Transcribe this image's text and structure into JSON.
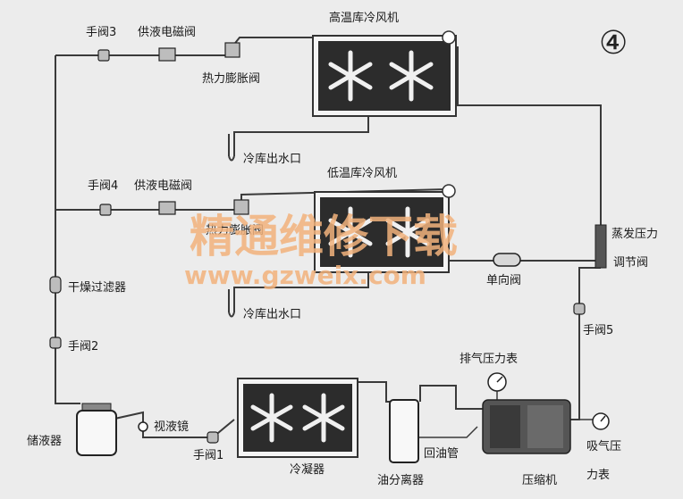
{
  "badge": "④",
  "labels": {
    "hand_valve_3": "手阀3",
    "solenoid_1": "供液电磁阀",
    "high_temp_cooler": "高温库冷风机",
    "expansion_valve_1": "热力膨胀阀",
    "drain_1": "冷库出水口",
    "hand_valve_4": "手阀4",
    "solenoid_2": "供液电磁阀",
    "low_temp_cooler": "低温库冷风机",
    "expansion_valve_2": "热力膨胀阀",
    "drain_2": "冷库出水口",
    "check_valve": "单向阀",
    "evap_pressure_1": "蒸发压力",
    "evap_pressure_2": "调节阀",
    "dryer_filter": "干燥过滤器",
    "hand_valve_2": "手阀2",
    "hand_valve_5": "手阀5",
    "discharge_gauge": "排气压力表",
    "receiver": "储液器",
    "sight_glass": "视液镜",
    "hand_valve_1": "手阀1",
    "condenser": "冷凝器",
    "oil_return": "回油管",
    "oil_separator": "油分离器",
    "compressor": "压缩机",
    "suction_gauge_1": "吸气压",
    "suction_gauge_2": "力表"
  },
  "watermark": {
    "title": "精通维修下载",
    "url": "www.gzweix.com"
  },
  "colors": {
    "watermark": "#f2b27c",
    "line": "#3a3a3a",
    "coil": "#2c2c2c"
  }
}
